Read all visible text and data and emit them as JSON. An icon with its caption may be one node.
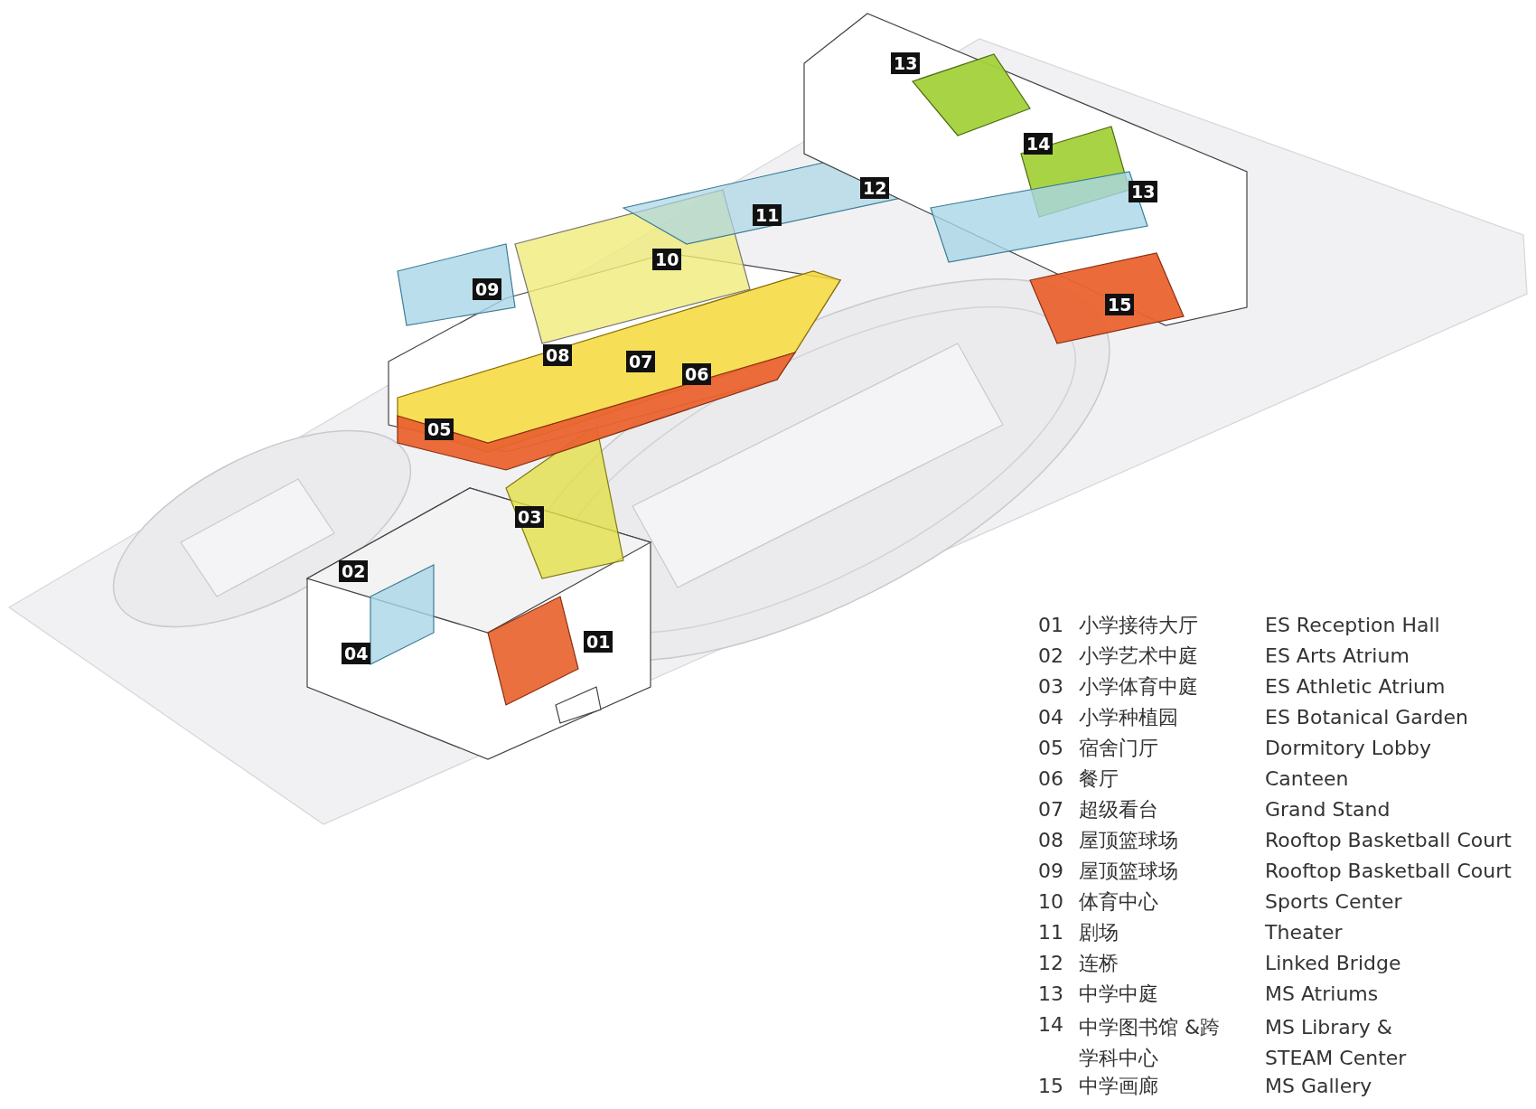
{
  "diagram": {
    "labels": [
      "13",
      "14",
      "12",
      "13",
      "11",
      "10",
      "09",
      "15",
      "08",
      "07",
      "06",
      "05",
      "03",
      "02",
      "01",
      "04",
      "01",
      "小学接待大厅",
      "ES Reception Hall",
      "02",
      "小学艺术中庭",
      "ES Arts Atrium",
      "03",
      "小学体育中庭",
      "ES Athletic Atrium",
      "04",
      "小学种植园",
      "ES Botanical Garden",
      "05",
      "宿舍门厅",
      "Dormitory Lobby",
      "06",
      "餐厅",
      "Canteen",
      "07",
      "超级看台",
      "Grand Stand",
      "08",
      "屋顶篮球场",
      "Rooftop Basketball Court",
      "09",
      "屋顶篮球场",
      "Rooftop Basketball Court",
      "10",
      "体育中心",
      "Sports Center",
      "11",
      "剧场",
      "Theater",
      "12",
      "连桥",
      "Linked Bridge",
      "13",
      "中学中庭",
      "MS Atriums",
      "14",
      "中学图书馆 &跨学科中心",
      "MS Library & STEAM Center",
      "15",
      "中学画廊",
      "MS Gallery"
    ]
  }
}
